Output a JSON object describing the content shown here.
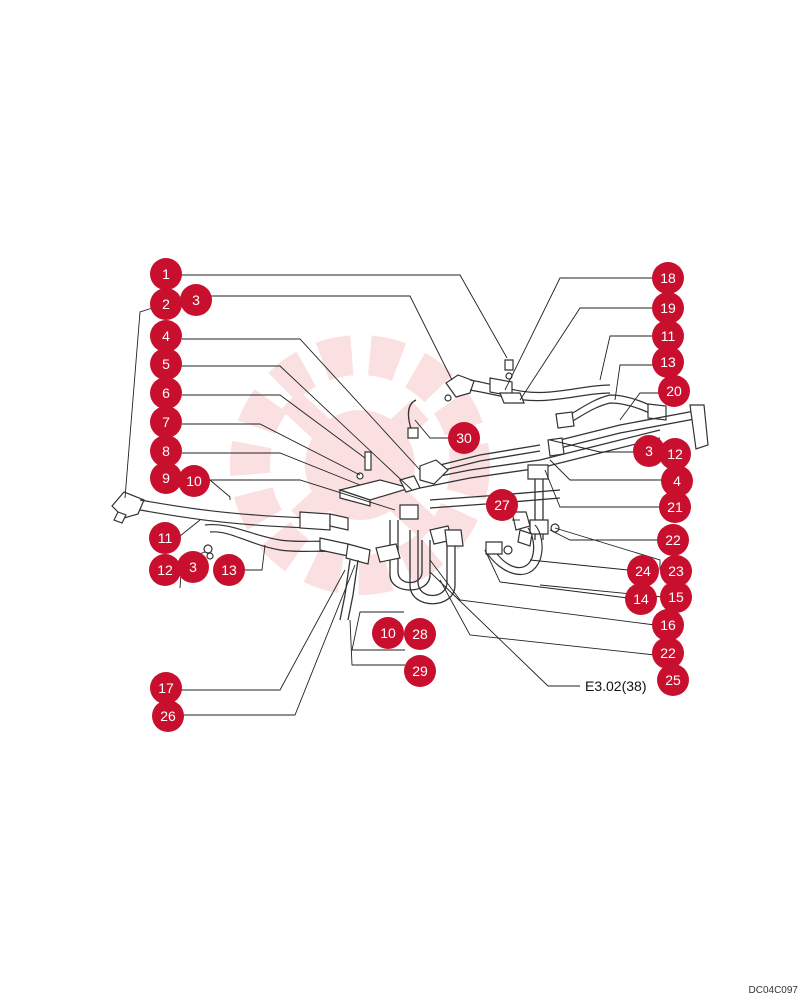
{
  "callouts": [
    {
      "label": "1"
    },
    {
      "label": "2"
    },
    {
      "label": "3"
    },
    {
      "label": "4"
    },
    {
      "label": "5"
    },
    {
      "label": "6"
    },
    {
      "label": "7"
    },
    {
      "label": "8"
    },
    {
      "label": "9"
    },
    {
      "label": "10"
    },
    {
      "label": "11"
    },
    {
      "label": "12"
    },
    {
      "label": "3"
    },
    {
      "label": "13"
    },
    {
      "label": "17"
    },
    {
      "label": "26"
    },
    {
      "label": "10"
    },
    {
      "label": "28"
    },
    {
      "label": "29"
    },
    {
      "label": "30"
    },
    {
      "label": "27"
    },
    {
      "label": "18"
    },
    {
      "label": "19"
    },
    {
      "label": "11"
    },
    {
      "label": "13"
    },
    {
      "label": "20"
    },
    {
      "label": "3"
    },
    {
      "label": "12"
    },
    {
      "label": "4"
    },
    {
      "label": "21"
    },
    {
      "label": "22"
    },
    {
      "label": "24"
    },
    {
      "label": "23"
    },
    {
      "label": "14"
    },
    {
      "label": "15"
    },
    {
      "label": "16"
    },
    {
      "label": "22"
    },
    {
      "label": "25"
    }
  ],
  "reference_text": "E3.02(38)",
  "drawing_code": "DC04C097",
  "colors": {
    "callout": "#c8102e",
    "watermark": "#f6c8c8"
  }
}
